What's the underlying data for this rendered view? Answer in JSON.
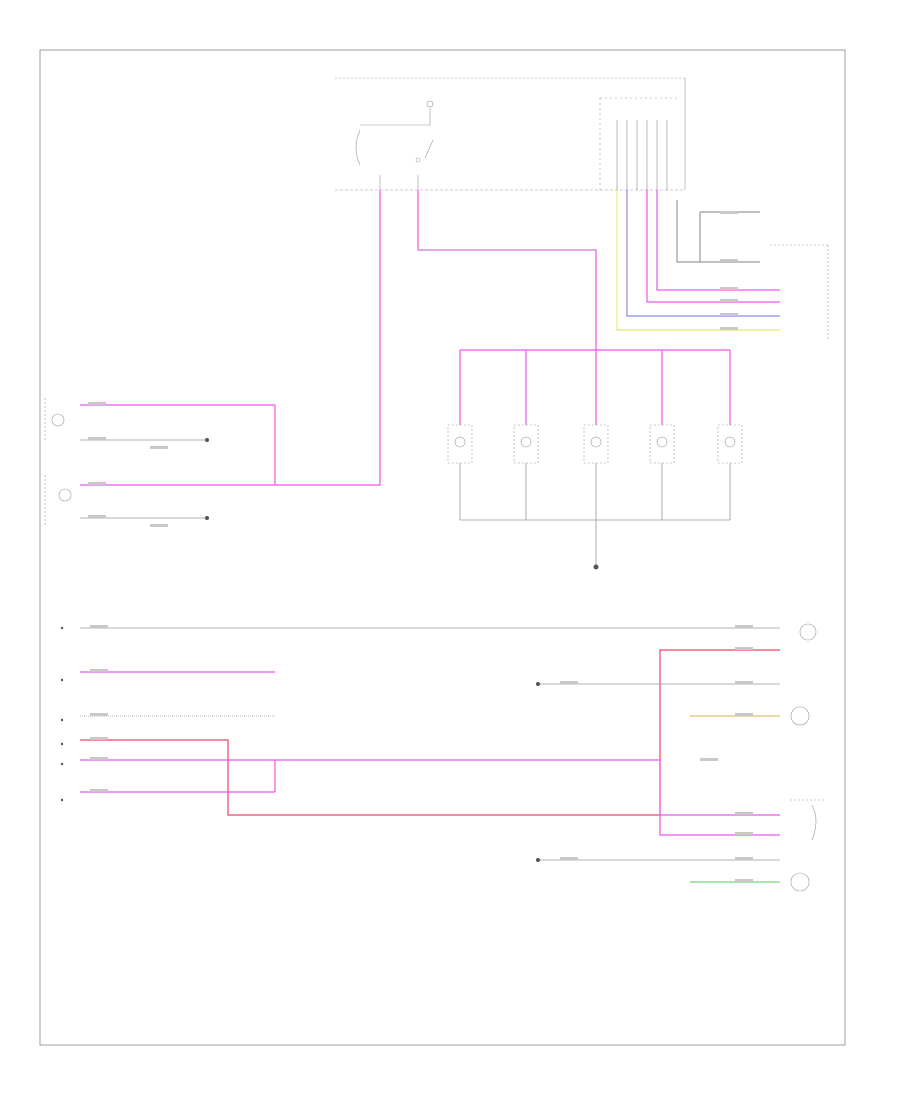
{
  "page": {
    "label": ""
  },
  "colors": {
    "pink": "#ee55ee",
    "red": "#ee4466",
    "yellow": "#e8e870",
    "blue": "#8a8af0",
    "green": "#7ad67a",
    "orange": "#e8c070",
    "wire_default": "#9a9a9a",
    "frame": "#888888"
  },
  "diagram": {
    "blocks": [
      {
        "id": "power-distribution",
        "label": ""
      },
      {
        "id": "lamp-switch",
        "label": ""
      },
      {
        "id": "left-headlamp",
        "label": ""
      },
      {
        "id": "right-headlamp",
        "label": ""
      },
      {
        "id": "left-tail-lamp",
        "label": ""
      },
      {
        "id": "right-tail-lamp",
        "label": ""
      },
      {
        "id": "ground",
        "label": ""
      }
    ],
    "lamps": [
      {
        "id": "lamp-1",
        "label": ""
      },
      {
        "id": "lamp-2",
        "label": ""
      },
      {
        "id": "lamp-3",
        "label": ""
      },
      {
        "id": "lamp-4",
        "label": ""
      },
      {
        "id": "lamp-5",
        "label": ""
      }
    ]
  }
}
